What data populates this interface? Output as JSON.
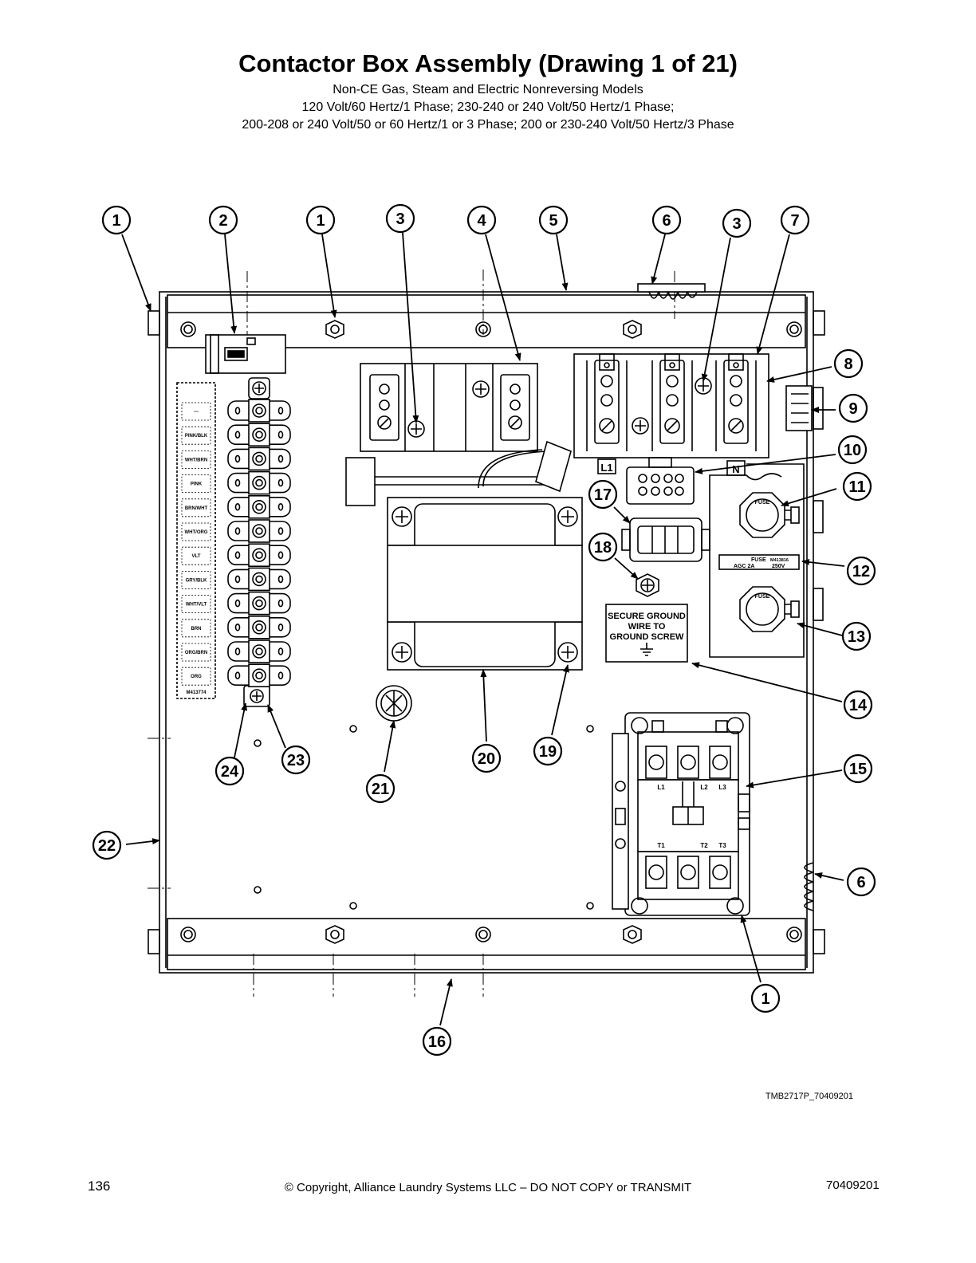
{
  "header": {
    "title": "Contactor Box Assembly (Drawing 1 of 21)",
    "subtitle_lines": [
      "Non-CE Gas, Steam and Electric Nonreversing Models",
      "120 Volt/60 Hertz/1 Phase; 230-240 or 240 Volt/50 Hertz/1 Phase;",
      "200-208 or 240 Volt/50 or 60 Hertz/1 or 3 Phase; 200 or 230-240 Volt/50 Hertz/3 Phase"
    ]
  },
  "callouts": [
    "1",
    "2",
    "1",
    "3",
    "4",
    "5",
    "6",
    "3",
    "7",
    "8",
    "9",
    "10",
    "11",
    "12",
    "13",
    "14",
    "15",
    "6",
    "1",
    "16",
    "17",
    "18",
    "19",
    "20",
    "21",
    "22",
    "23",
    "24"
  ],
  "terminal_strip": {
    "labels": [
      "---",
      "PINK/BLK",
      "WHT/BRN",
      "PINK",
      "BRN/WHT",
      "WHT/ORG",
      "VLT",
      "GRY/BLK",
      "WHT/VLT",
      "BRN",
      "ORG/BRN",
      "ORG"
    ],
    "part_number": "M413774"
  },
  "fuse_block": {
    "fuse_label": "FUSE",
    "part_number": "M413816",
    "rating": "AGC 2A",
    "voltage": "250V",
    "fuse_cap_text": "FUSE"
  },
  "terminal_tags": {
    "l1": "L1",
    "n": "N"
  },
  "ground_label": [
    "SECURE GROUND",
    "WIRE TO",
    "GROUND SCREW"
  ],
  "contactor_labels": {
    "top": [
      "L1",
      "L2",
      "L3"
    ],
    "bottom": [
      "T1",
      "T2",
      "T3"
    ]
  },
  "drawing_id": "TMB2717P_70409201",
  "footer": {
    "page_number": "136",
    "copyright": "© Copyright, Alliance Laundry Systems LLC – DO NOT COPY or TRANSMIT",
    "doc_number": "70409201"
  }
}
